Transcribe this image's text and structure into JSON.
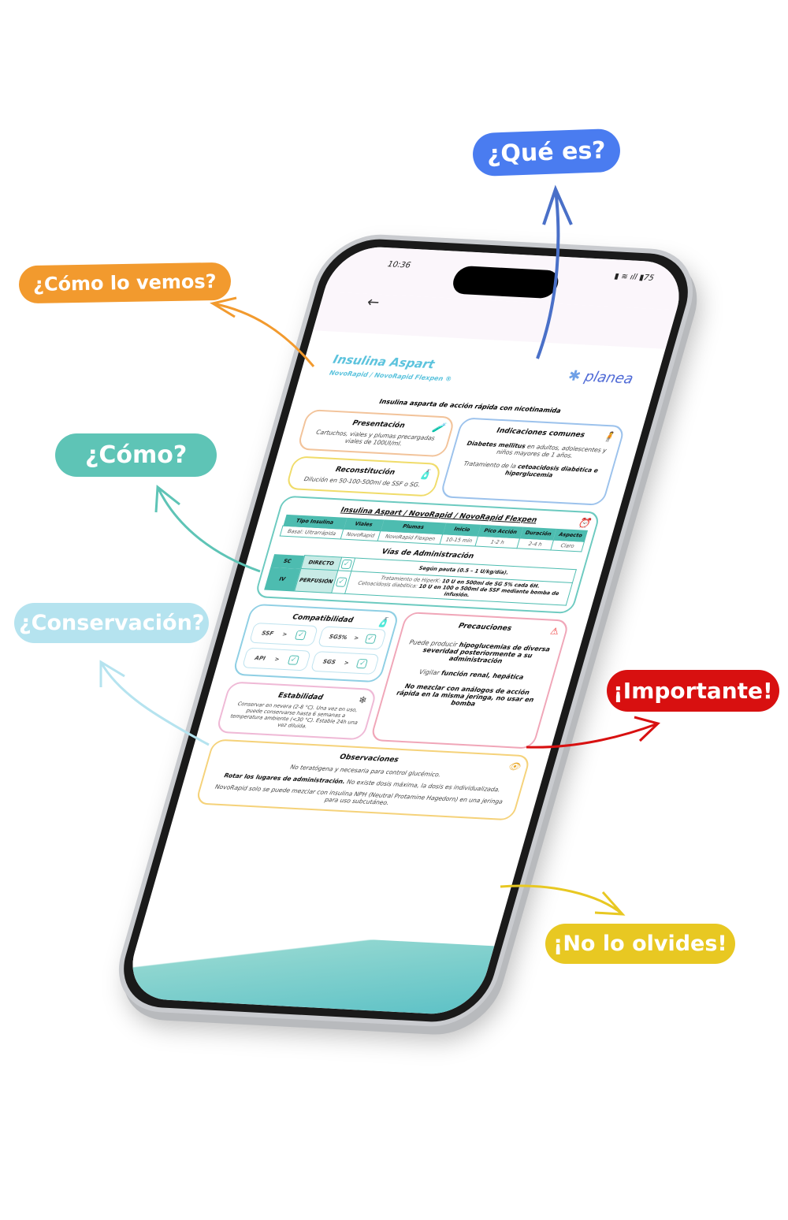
{
  "status": {
    "time": "10:36",
    "battery": "75"
  },
  "header": {
    "back": "←",
    "title": "Insulina Aspart",
    "subtitle": "NovoRapid / NovoRapid Flexpen ®",
    "logo": "planea"
  },
  "lead": "Insulina asparta de acción rápida con nicotinamida",
  "presentacion": {
    "title": "Presentación",
    "text": "Cartuchos, viales y plumas precargadas viales de 100UI/ml."
  },
  "reconstitucion": {
    "title": "Reconstitución",
    "text": "Dilución en 50-100-500ml de SSF o SG."
  },
  "indicaciones": {
    "title": "Indicaciones comunes",
    "t1b": "Diabetes mellitus",
    "t1": " en adultos, adolescentes y niños mayores de 1 años.",
    "t2": "Tratamiento de la ",
    "t2b": "cetoacidosis diabética e hiperglucemia"
  },
  "table": {
    "title": "Insulina Aspart / NovoRapid / NovoRapid Flexpen",
    "headers": [
      "Tipo Insulina",
      "Viales",
      "Plumas",
      "Inicio",
      "Pico Acción",
      "Duración",
      "Aspecto"
    ],
    "row": [
      "Basal: Ultrarrápida",
      "NovoRapid",
      "NovoRapid Flexpen",
      "10-15 min",
      "1-2 h",
      "2-4 h",
      "Claro"
    ]
  },
  "vias": {
    "title": "Vías de Administración",
    "rows": [
      {
        "route": "SC",
        "method": "DIRECTO",
        "note": "Según pauta (0.5 – 1 U/kg/día)."
      },
      {
        "route": "IV",
        "method": "PERFUSIÓN",
        "note1": "Tratamiento de HiperK: ",
        "note1b": "10 U en 500ml de SG 5% cada 6H.",
        "note2": "Cetoacidosis diabética: ",
        "note2b": "10 U en 100 o 500ml de SSF mediante bomba de infusión."
      }
    ]
  },
  "compat": {
    "title": "Compatibilidad",
    "items": [
      "SSF",
      "SG5%",
      "API",
      "SGS"
    ],
    "sep": ">"
  },
  "estabilidad": {
    "title": "Estabilidad",
    "text": "Conservar en nevera (2-8 °C). Una vez en uso, puede conservarse hasta 6 semanas a temperatura ambiente (<30 °C). Estable 24h una vez diluida."
  },
  "precauciones": {
    "title": "Precauciones",
    "p1": "Puede producir ",
    "p1b": "hipoglucemias de diversa severidad posteriormente a su administración",
    "p2": "Vigilar ",
    "p2b": "función renal, hepática",
    "p3b": "No mezclar con análogos de acción rápida en la misma jeringa, no usar en bomba"
  },
  "observaciones": {
    "title": "Observaciones",
    "o1": "No teratógena y necesaria para control glucémico.",
    "o2b": "Rotar los lugares de administración.",
    "o2": " No existe dosis máxima, la dosis es individualizada.",
    "o3": "NovoRapid solo se puede mezclar con insulina NPH (Neutral Protamine Hagedorn) en una jeringa para uso subcutáneo."
  },
  "bubbles": {
    "que": "¿Qué es?",
    "vemos": "¿Cómo lo vemos?",
    "como": "¿Cómo?",
    "conservacion": "¿Conservación?",
    "importante": "¡Importante!",
    "olvides": "¡No lo olvides!"
  },
  "colors": {
    "blue": "#4a7cf0",
    "orange": "#f29a2e",
    "teal": "#5ec4b6",
    "lightblue": "#b5e3ef",
    "red": "#d81010",
    "yellow": "#e8c822"
  }
}
